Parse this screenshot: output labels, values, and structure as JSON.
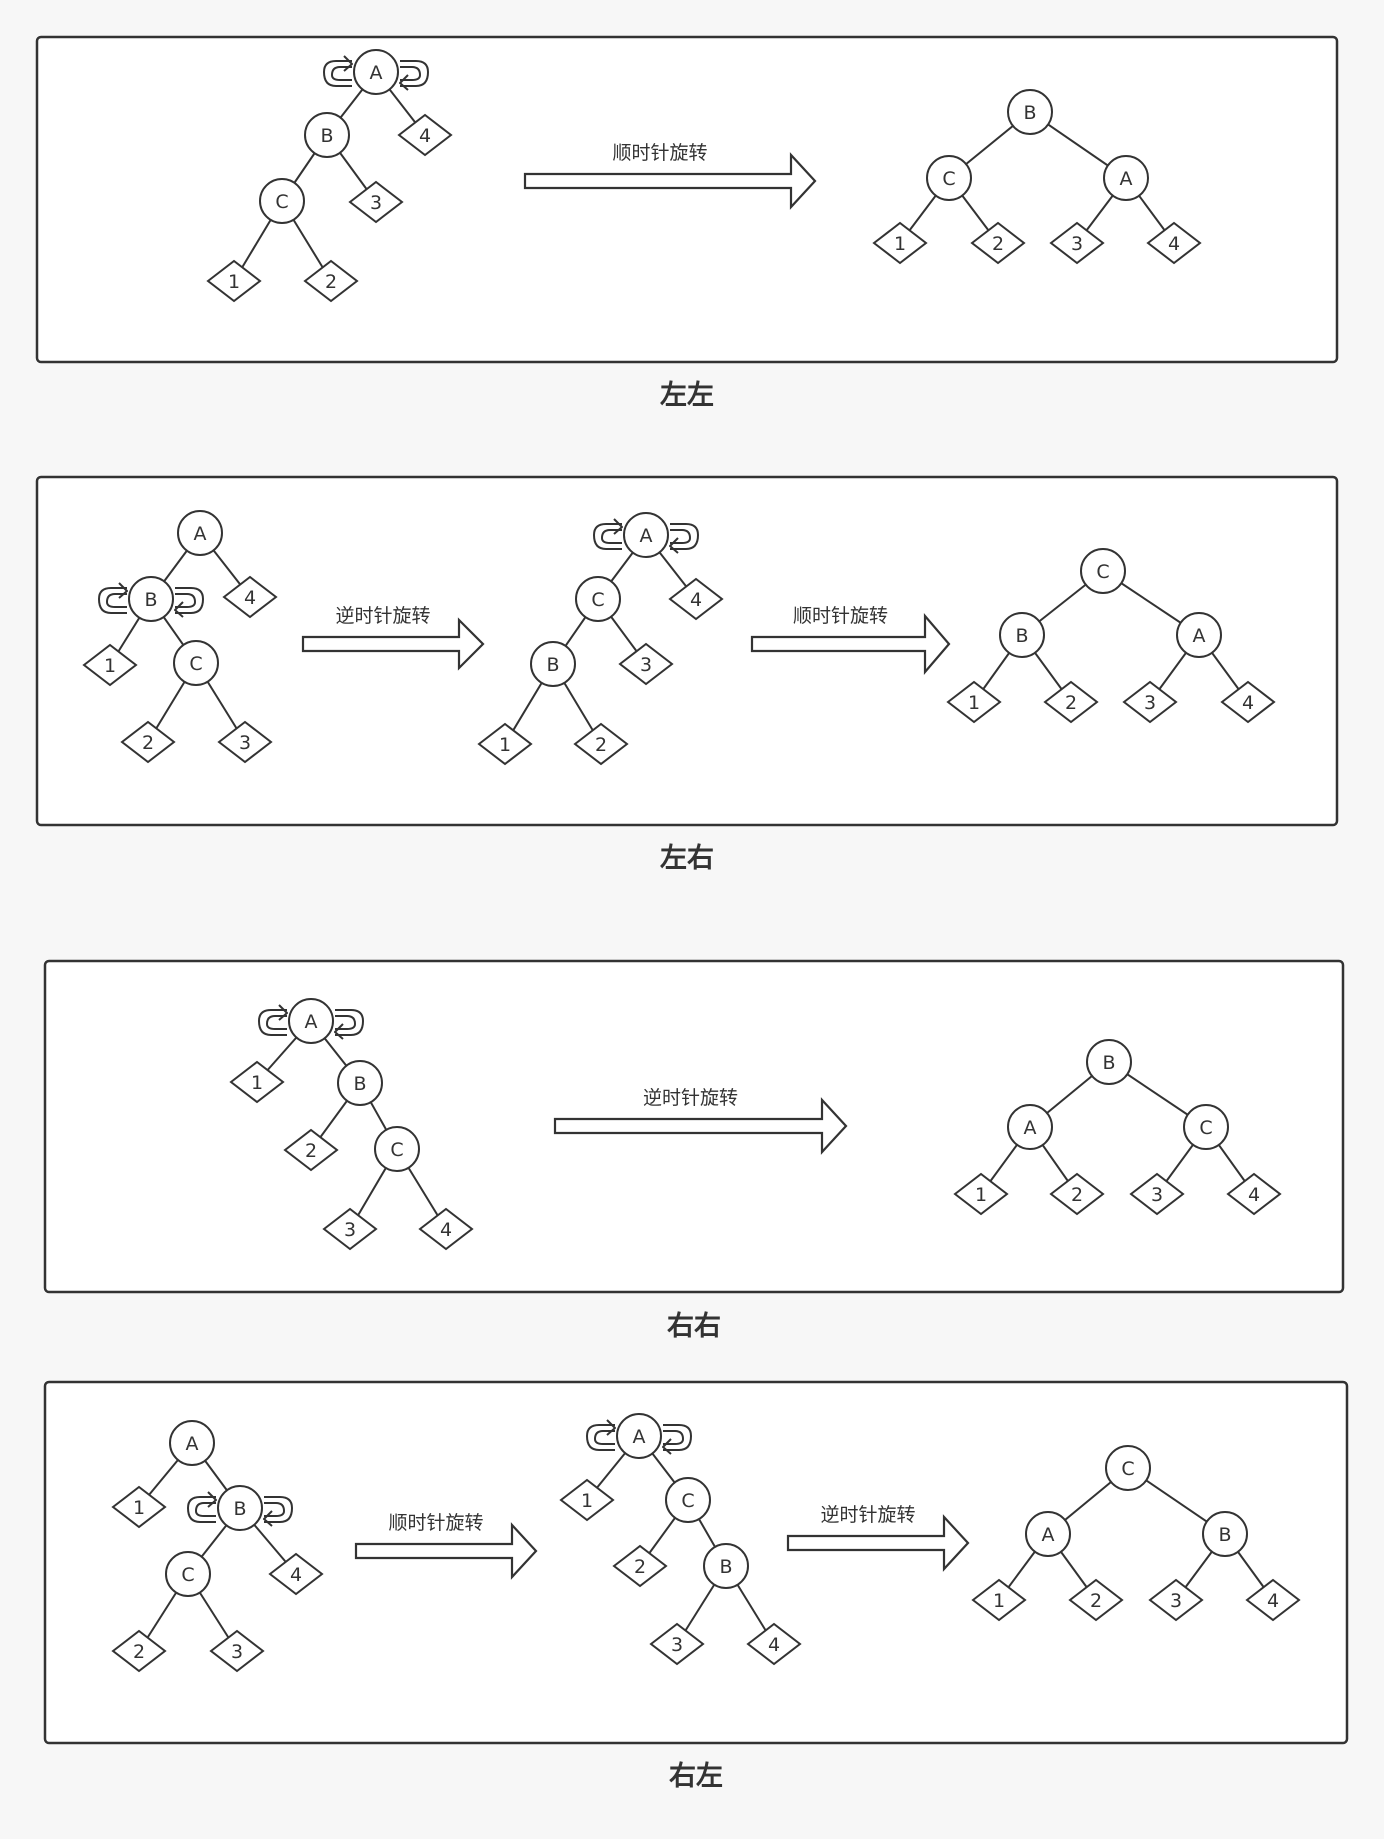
{
  "panels": [
    {
      "caption": "左左",
      "rotation_labels": [
        "顺时针旋转"
      ],
      "trees": [
        {
          "nodes": [
            {
              "id": "A",
              "label": "A"
            },
            {
              "id": "B",
              "label": "B"
            },
            {
              "id": "C",
              "label": "C"
            }
          ],
          "leaves": [
            "1",
            "2",
            "3",
            "4"
          ],
          "highlight": "A"
        },
        {
          "nodes": [
            {
              "id": "B",
              "label": "B"
            },
            {
              "id": "C",
              "label": "C"
            },
            {
              "id": "A",
              "label": "A"
            }
          ],
          "leaves": [
            "1",
            "2",
            "3",
            "4"
          ]
        }
      ]
    },
    {
      "caption": "左右",
      "rotation_labels": [
        "逆时针旋转",
        "顺时针旋转"
      ],
      "trees": [
        {
          "nodes": [
            {
              "id": "A",
              "label": "A"
            },
            {
              "id": "B",
              "label": "B"
            },
            {
              "id": "C",
              "label": "C"
            }
          ],
          "leaves": [
            "1",
            "2",
            "3",
            "4"
          ],
          "highlight": "B"
        },
        {
          "nodes": [
            {
              "id": "A",
              "label": "A"
            },
            {
              "id": "C",
              "label": "C"
            },
            {
              "id": "B",
              "label": "B"
            }
          ],
          "leaves": [
            "1",
            "2",
            "3",
            "4"
          ],
          "highlight": "A"
        },
        {
          "nodes": [
            {
              "id": "C",
              "label": "C"
            },
            {
              "id": "B",
              "label": "B"
            },
            {
              "id": "A",
              "label": "A"
            }
          ],
          "leaves": [
            "1",
            "2",
            "3",
            "4"
          ]
        }
      ]
    },
    {
      "caption": "右右",
      "rotation_labels": [
        "逆时针旋转"
      ],
      "trees": [
        {
          "nodes": [
            {
              "id": "A",
              "label": "A"
            },
            {
              "id": "B",
              "label": "B"
            },
            {
              "id": "C",
              "label": "C"
            }
          ],
          "leaves": [
            "1",
            "2",
            "3",
            "4"
          ],
          "highlight": "A"
        },
        {
          "nodes": [
            {
              "id": "B",
              "label": "B"
            },
            {
              "id": "A",
              "label": "A"
            },
            {
              "id": "C",
              "label": "C"
            }
          ],
          "leaves": [
            "1",
            "2",
            "3",
            "4"
          ]
        }
      ]
    },
    {
      "caption": "右左",
      "rotation_labels": [
        "顺时针旋转",
        "逆时针旋转"
      ],
      "trees": [
        {
          "nodes": [
            {
              "id": "A",
              "label": "A"
            },
            {
              "id": "B",
              "label": "B"
            },
            {
              "id": "C",
              "label": "C"
            }
          ],
          "leaves": [
            "1",
            "2",
            "3",
            "4"
          ],
          "highlight": "B"
        },
        {
          "nodes": [
            {
              "id": "A",
              "label": "A"
            },
            {
              "id": "C",
              "label": "C"
            },
            {
              "id": "B",
              "label": "B"
            }
          ],
          "leaves": [
            "1",
            "2",
            "3",
            "4"
          ],
          "highlight": "A"
        },
        {
          "nodes": [
            {
              "id": "C",
              "label": "C"
            },
            {
              "id": "A",
              "label": "A"
            },
            {
              "id": "B",
              "label": "B"
            }
          ],
          "leaves": [
            "1",
            "2",
            "3",
            "4"
          ]
        }
      ]
    }
  ]
}
